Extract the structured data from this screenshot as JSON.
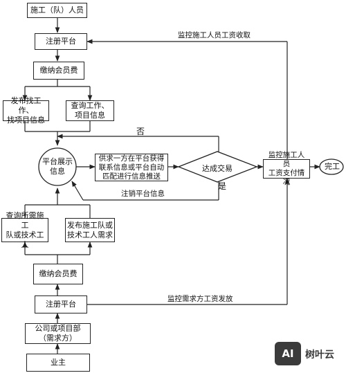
{
  "nodes": {
    "construction_team": "施工（队）人员",
    "register_top": "注册平台",
    "pay_fee_top": "缴纳会员费",
    "post_job": "发布找工作、\n找项目信息",
    "query_jobs": "查询工作、\n项目信息",
    "platform_display": "平台展示\n信息",
    "supply_demand": "供求一方在平台获得\n联系信息或平台自动\n匹配进行信息推送",
    "deal": "达成交易",
    "monitor_payment": "监控施工人员\n工资支付情况",
    "complete": "完工",
    "query_teams": "查询所需施工\n队或技术工人",
    "post_demand": "发布施工队或\n技术工人需求",
    "pay_fee_bottom": "缴纳会员费",
    "register_bottom": "注册平台",
    "company": "公司或项目部\n（需求方）",
    "owner": "业主"
  },
  "edge_labels": {
    "monitor_collection": "监控施工人员工资收取",
    "no": "否",
    "yes": "是",
    "cancel_info": "注销平台信息",
    "monitor_issuance": "监控需求方工资发放"
  },
  "watermark": {
    "badge": "AI",
    "text": "树叶云"
  }
}
